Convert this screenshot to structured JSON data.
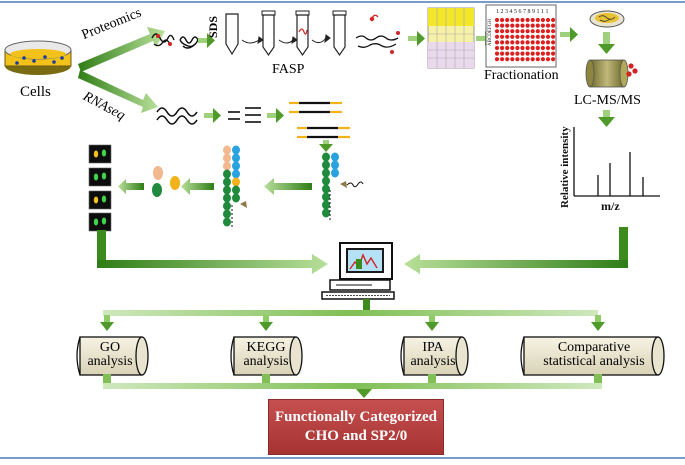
{
  "labels": {
    "cells": "Cells",
    "proteomics": "Proteomics",
    "rnaseq": "RNAseq",
    "sds": "SDS",
    "fasp": "FASP",
    "fractionation": "Fractionation",
    "lcms": "LC-MS/MS",
    "relative_intensity": "Relative intensity",
    "mz": "m/z",
    "plate_row_labels": "ABCDEFGH",
    "plate_col_labels": "1 2 3 4 5 6 7 8 9 1 1 1"
  },
  "analyses": [
    {
      "line1": "GO",
      "line2": "analysis"
    },
    {
      "line1": "KEGG",
      "line2": "analysis"
    },
    {
      "line1": "IPA",
      "line2": "analysis"
    },
    {
      "line1": "Comparative",
      "line2": "statistical analysis"
    }
  ],
  "result": {
    "line1": "Functionally Categorized",
    "line2": "CHO and SP2/0"
  },
  "colors": {
    "arrow_dark": "#3d8a1f",
    "arrow_light": "#a6d684",
    "result_box": "#b43c3c",
    "cylinder_fill": "#e8e4cf",
    "dish_yellow": "#f2c11a",
    "spot_red": "#dd1f1f"
  }
}
